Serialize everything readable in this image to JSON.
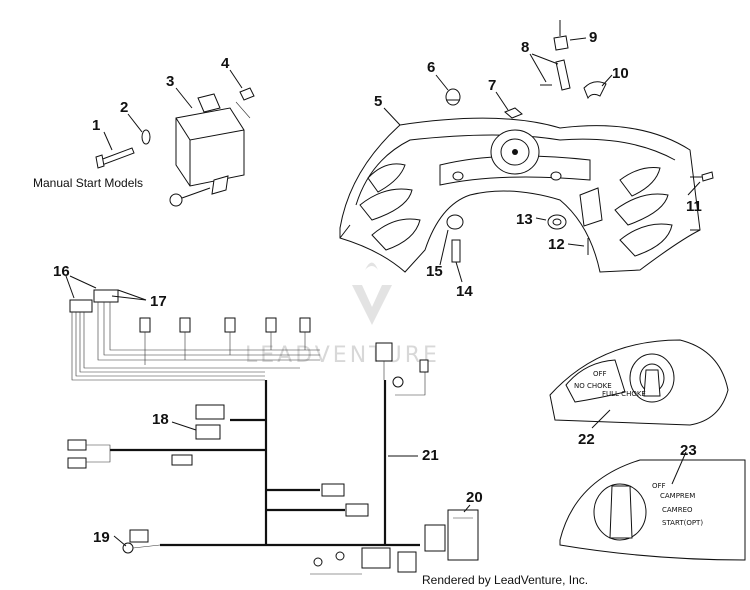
{
  "captions": {
    "manual_start": "Manual Start Models",
    "credit": "Rendered by LeadVenture, Inc."
  },
  "watermark": "LEADVENTURE",
  "callouts": [
    "1",
    "2",
    "3",
    "4",
    "5",
    "6",
    "7",
    "8",
    "9",
    "10",
    "11",
    "12",
    "13",
    "14",
    "15",
    "16",
    "17",
    "18",
    "19",
    "20",
    "21",
    "22",
    "23"
  ],
  "panel_labels": {
    "choke_off": "OFF",
    "choke_no": "NO CHOKE",
    "choke_full": "FULL CHOKE",
    "key_off": "OFF",
    "key_camprem": "CAMPREM",
    "key_camreo": "CAMREO",
    "key_start": "START(OPT)"
  }
}
